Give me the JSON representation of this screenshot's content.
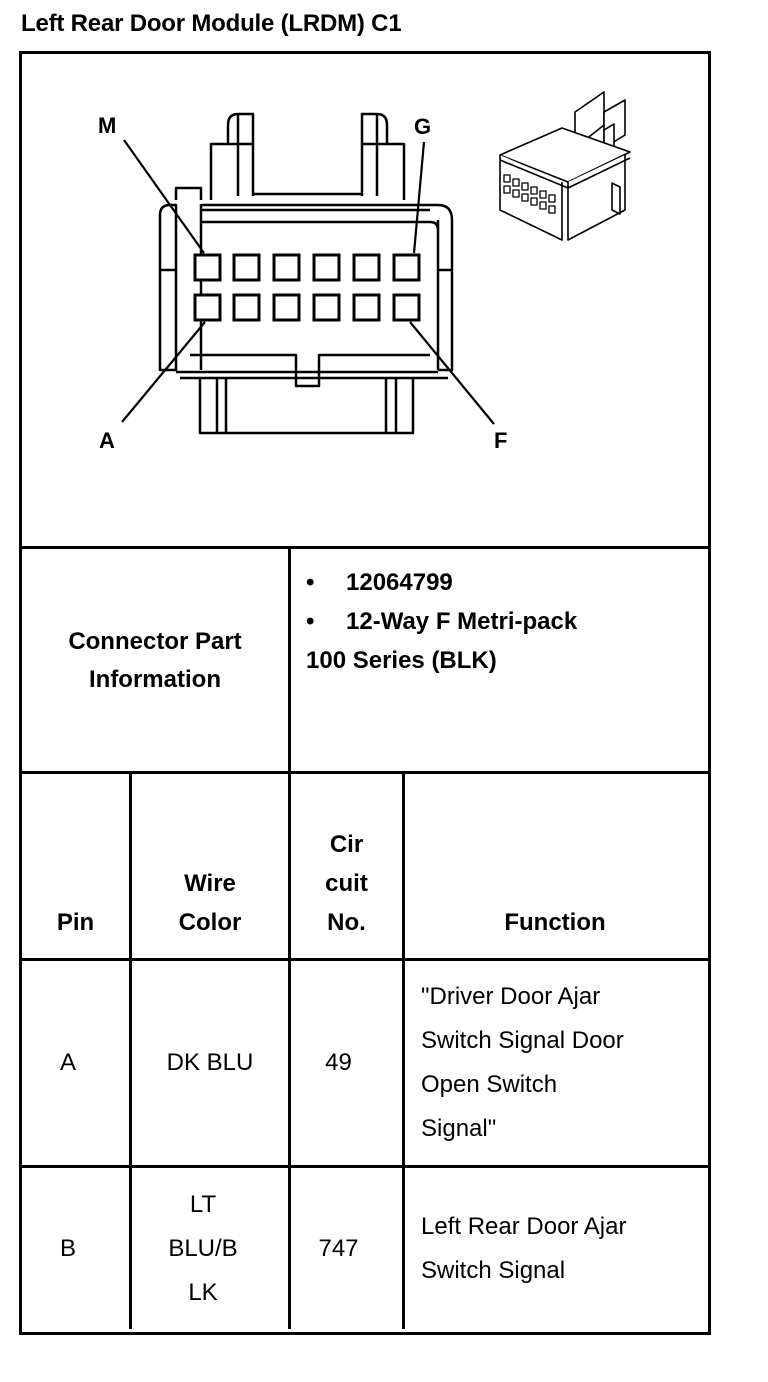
{
  "title": "Left Rear Door Module (LRDM) C1",
  "diagram": {
    "pin_labels": [
      "M",
      "G",
      "A",
      "F"
    ],
    "cavity_rows": 2,
    "cavity_columns": 6,
    "icons": [
      "connector-face-view-icon",
      "connector-3d-view-icon"
    ]
  },
  "connector_info": {
    "label_lines": [
      "Connector Part",
      "Information"
    ],
    "items": [
      "12064799",
      "12-Way F Metri-pack"
    ],
    "continuation": "100 Series (BLK)",
    "bullet": "•"
  },
  "table": {
    "headers": {
      "pin": [
        "Pin"
      ],
      "wire_color": [
        "Wire",
        "Color"
      ],
      "circuit": [
        "Cir",
        "cuit",
        "No."
      ],
      "function": [
        "Function"
      ]
    },
    "rows": [
      {
        "pin": "A",
        "wire_color": [
          "DK BLU"
        ],
        "circuit": "49",
        "function": [
          "\"Driver Door Ajar",
          "Switch Signal Door",
          "Open Switch",
          "Signal\""
        ]
      },
      {
        "pin": "B",
        "wire_color": [
          "LT",
          "BLU/B",
          "LK"
        ],
        "circuit": "747",
        "function": [
          "Left Rear Door Ajar",
          "Switch Signal"
        ]
      }
    ]
  }
}
